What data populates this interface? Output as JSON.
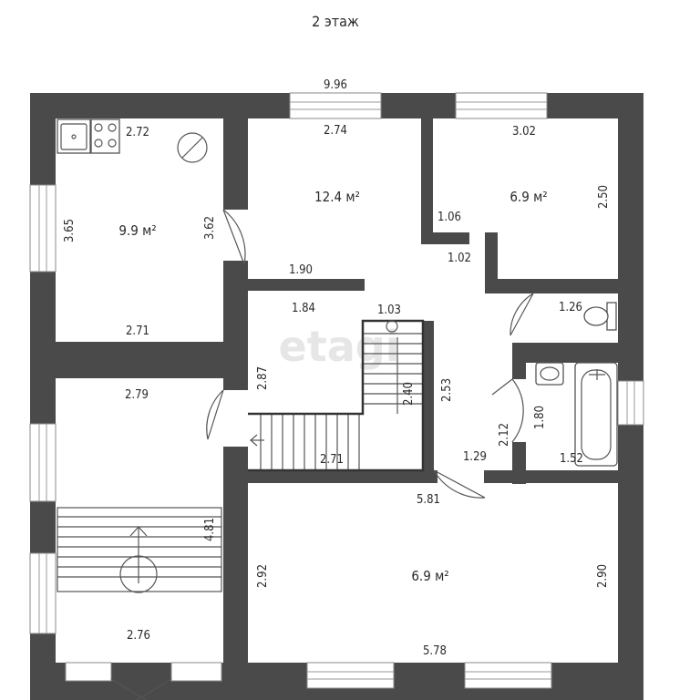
{
  "title": "2 этаж",
  "watermark": "etagi",
  "colors": {
    "wall": "#4a4a4a",
    "text": "#2a2a2a",
    "background": "#ffffff"
  },
  "rooms": {
    "kitchen": {
      "area": "9.9 м²",
      "top": "2.72",
      "left": "3.65",
      "right": "3.62",
      "bottom": "2.71"
    },
    "room_center": {
      "area": "12.4 м²",
      "top": "2.74",
      "bottom": "1.90"
    },
    "room_right": {
      "area": "6.9 м²",
      "top": "3.02",
      "right": "2.50",
      "left": "1.06",
      "bottom": "1.02"
    },
    "toilet": {
      "width": "1.26"
    },
    "bath": {
      "width": "1.52",
      "height": "1.80",
      "door": "2.12"
    },
    "stairs_hall": {
      "top": "1.84",
      "top_right": "1.03",
      "left": "2.87",
      "stair": "2.40",
      "bottom": "2.71"
    },
    "corridor": {
      "height": "2.53",
      "bottom": "1.29"
    },
    "room_left": {
      "top": "2.79",
      "right": "4.81",
      "bottom": "2.76"
    },
    "room_bottom": {
      "area": "6.9 м²",
      "top": "5.81",
      "left": "2.92",
      "right": "2.90",
      "bottom": "5.78"
    }
  },
  "overall": {
    "top": "9.96"
  }
}
